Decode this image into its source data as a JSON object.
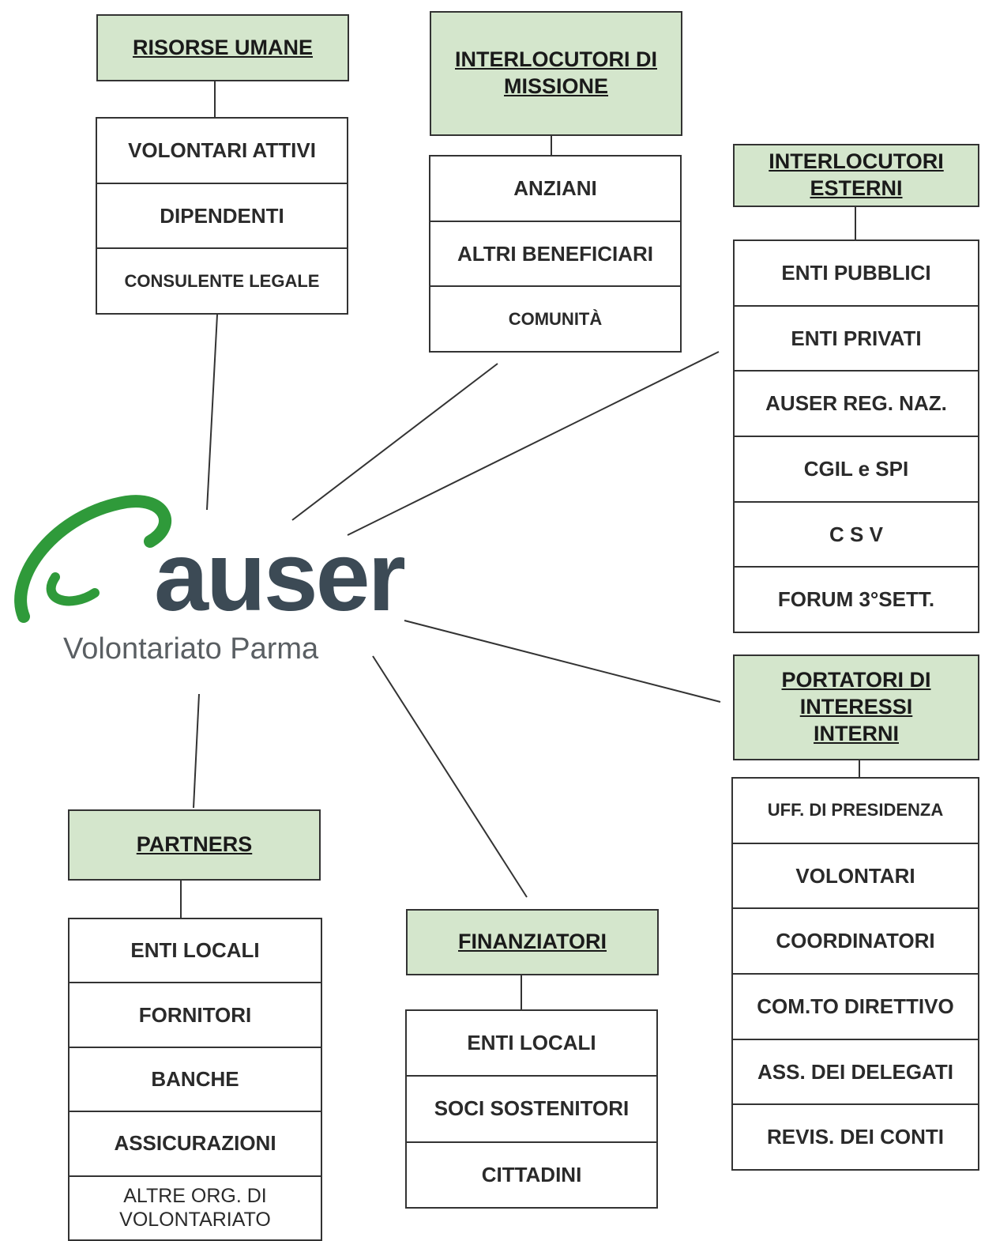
{
  "logo": {
    "brand": "auser",
    "subtitle": "Volontariato Parma",
    "colors": {
      "swoosh": "#2f9a3a",
      "text": "#3c4a55"
    }
  },
  "groups": {
    "risorse_umane": {
      "title": "RISORSE UMANE",
      "items": [
        "VOLONTARI ATTIVI",
        "DIPENDENTI",
        "CONSULENTE LEGALE"
      ]
    },
    "interlocutori_missione": {
      "title": "INTERLOCUTORI DI\nMISSIONE",
      "items": [
        "ANZIANI",
        "ALTRI BENEFICIARI",
        "COMUNITÀ"
      ]
    },
    "interlocutori_esterni": {
      "title": "INTERLOCUTORI\nESTERNI",
      "items": [
        "ENTI PUBBLICI",
        "ENTI PRIVATI",
        "AUSER REG. NAZ.",
        "CGIL e SPI",
        "C S V",
        "FORUM 3°SETT."
      ]
    },
    "portatori": {
      "title": "PORTATORI DI\nINTERESSI\nINTERNI",
      "items": [
        "UFF. DI PRESIDENZA",
        "VOLONTARI",
        "COORDINATORI",
        "COM.TO DIRETTIVO",
        "ASS. DEI DELEGATI",
        "REVIS. DEI CONTI"
      ]
    },
    "partners": {
      "title": "PARTNERS",
      "items": [
        "ENTI LOCALI",
        "FORNITORI",
        "BANCHE",
        "ASSICURAZIONI",
        "ALTRE ORG. DI\nVOLONTARIATO"
      ]
    },
    "finanziatori": {
      "title": "FINANZIATORI",
      "items": [
        "ENTI LOCALI",
        "SOCI SOSTENITORI",
        "CITTADINI"
      ]
    }
  },
  "colors": {
    "header_fill": "#d4e6cc",
    "border": "#333333"
  }
}
